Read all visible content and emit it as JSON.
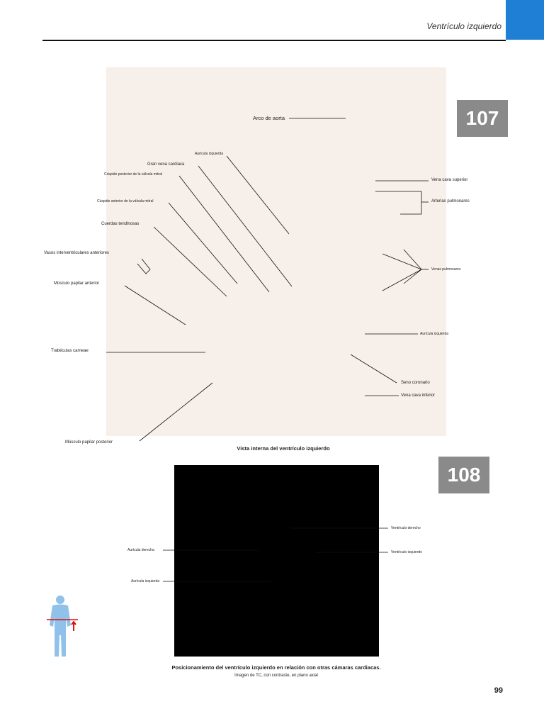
{
  "header": {
    "section_title": "Ventrículo izquierdo"
  },
  "plates": [
    {
      "number": "107"
    },
    {
      "number": "108"
    }
  ],
  "figure1": {
    "labels": {
      "arco_aorta": "Arco de aorta",
      "auricula_izq_top": "Aurícula izquierda",
      "gran_vena": "Gran vena cardiaca",
      "cuspide_posterior": "Cúspide posterior de la válvula mitral",
      "cuspide_anterior": "Cúspide anterior de la válvula mitral",
      "cuerdas": "Cuerdas tendinosas",
      "vasos_interventriculares": "Vasos interventriculares anteriores",
      "musculo_anterior": "Músculo papilar anterior",
      "trabeculas": "Trabéculas carneae",
      "musculo_posterior": "Músculo papilar posterior",
      "vena_cava_superior": "Vena cava superior",
      "arterias_pulmonares": "Arterias pulmonares",
      "venas_pulmonares": "Venas pulmonares",
      "auricula_izq_right": "Aurícula izquierda",
      "seno_coronario": "Seno coronario",
      "vena_cava_inferior": "Vena cava inferior"
    },
    "caption": "Vista interna del ventrículo izquierdo"
  },
  "figure2": {
    "labels": {
      "ventriculo_derecho": "Ventrículo derecho",
      "ventriculo_izquierdo": "Ventrículo izquierdo",
      "auricula_derecha": "Aurícula derecha",
      "auricula_izquierda": "Aurícula izquierda"
    },
    "caption_title": "Posicionamiento del ventrículo izquierdo en relación con otras cámaras cardiacas.",
    "caption_sub": "Imagen de TC, con contraste, en plano axial"
  },
  "page_number": "99",
  "colors": {
    "chapter_tab": "#1e7fd4",
    "badge": "#8a8a8a",
    "locator_icon": "#8fc1ea",
    "locator_marker": "#d11"
  }
}
